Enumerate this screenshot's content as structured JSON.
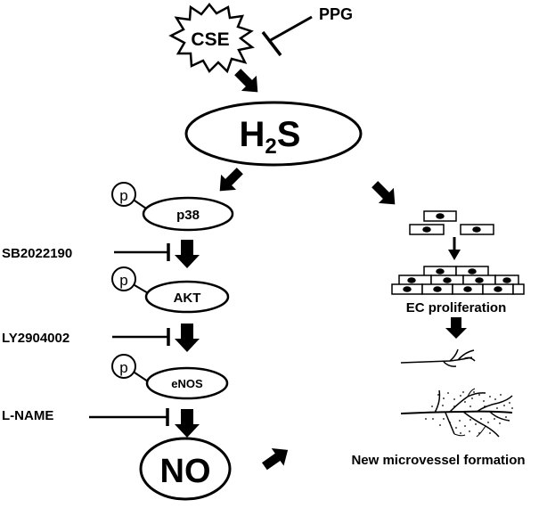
{
  "enzyme": "CSE",
  "enzyme_inhibitor": "PPG",
  "gasotransmitter": {
    "main": "H",
    "subscript": "2",
    "tail": "S"
  },
  "phospho_marker": "p",
  "kinases": {
    "p38": "p38",
    "akt": "AKT",
    "enos": "eNOS"
  },
  "inhibitors": {
    "p38": "SB2022190",
    "akt": "LY2904002",
    "enos": "L-NAME"
  },
  "product": "NO",
  "ec_label": "EC proliferation",
  "outcome": "New microvessel formation"
}
